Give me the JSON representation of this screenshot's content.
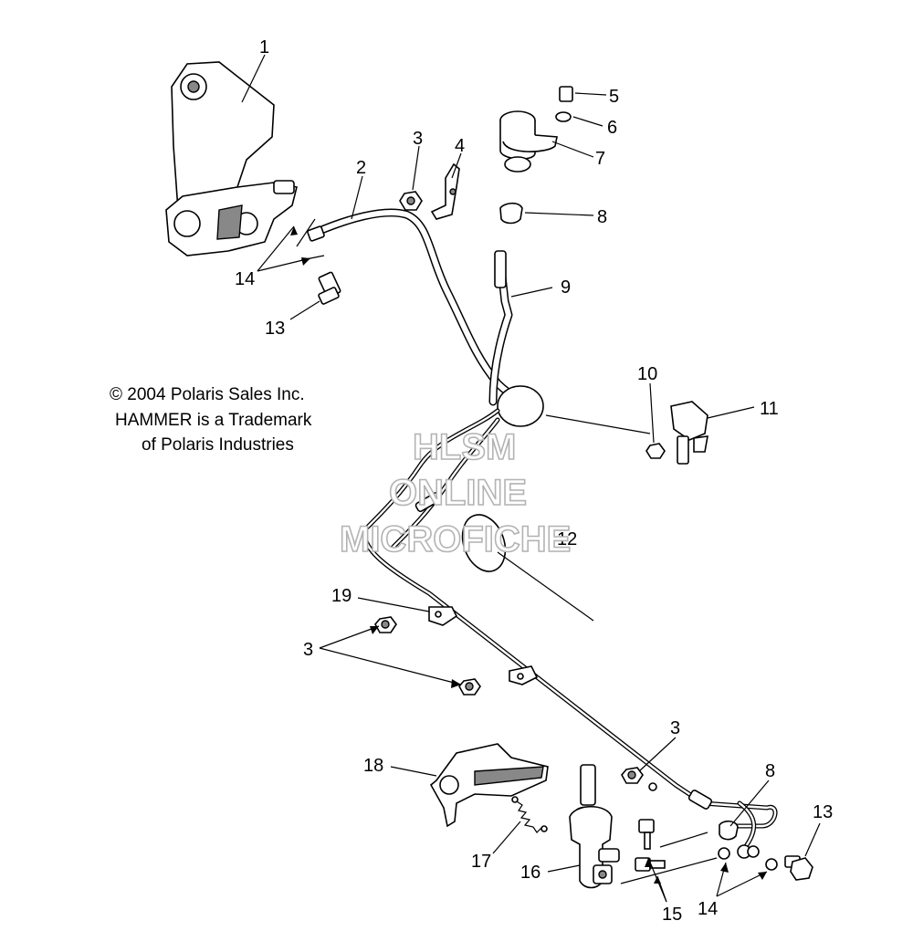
{
  "copyright": {
    "line1": "© 2004 Polaris Sales Inc.",
    "line2": "HAMMER is a Trademark",
    "line3": "of Polaris Industries"
  },
  "watermark": {
    "line1": "HLSM",
    "line2": "ONLINE",
    "line3": "MICROFICHE"
  },
  "callouts": [
    "1",
    "2",
    "3",
    "4",
    "5",
    "6",
    "7",
    "8",
    "9",
    "10",
    "11",
    "12",
    "13",
    "14",
    "3",
    "19",
    "3",
    "18",
    "8",
    "13",
    "17",
    "16",
    "15",
    "14"
  ]
}
